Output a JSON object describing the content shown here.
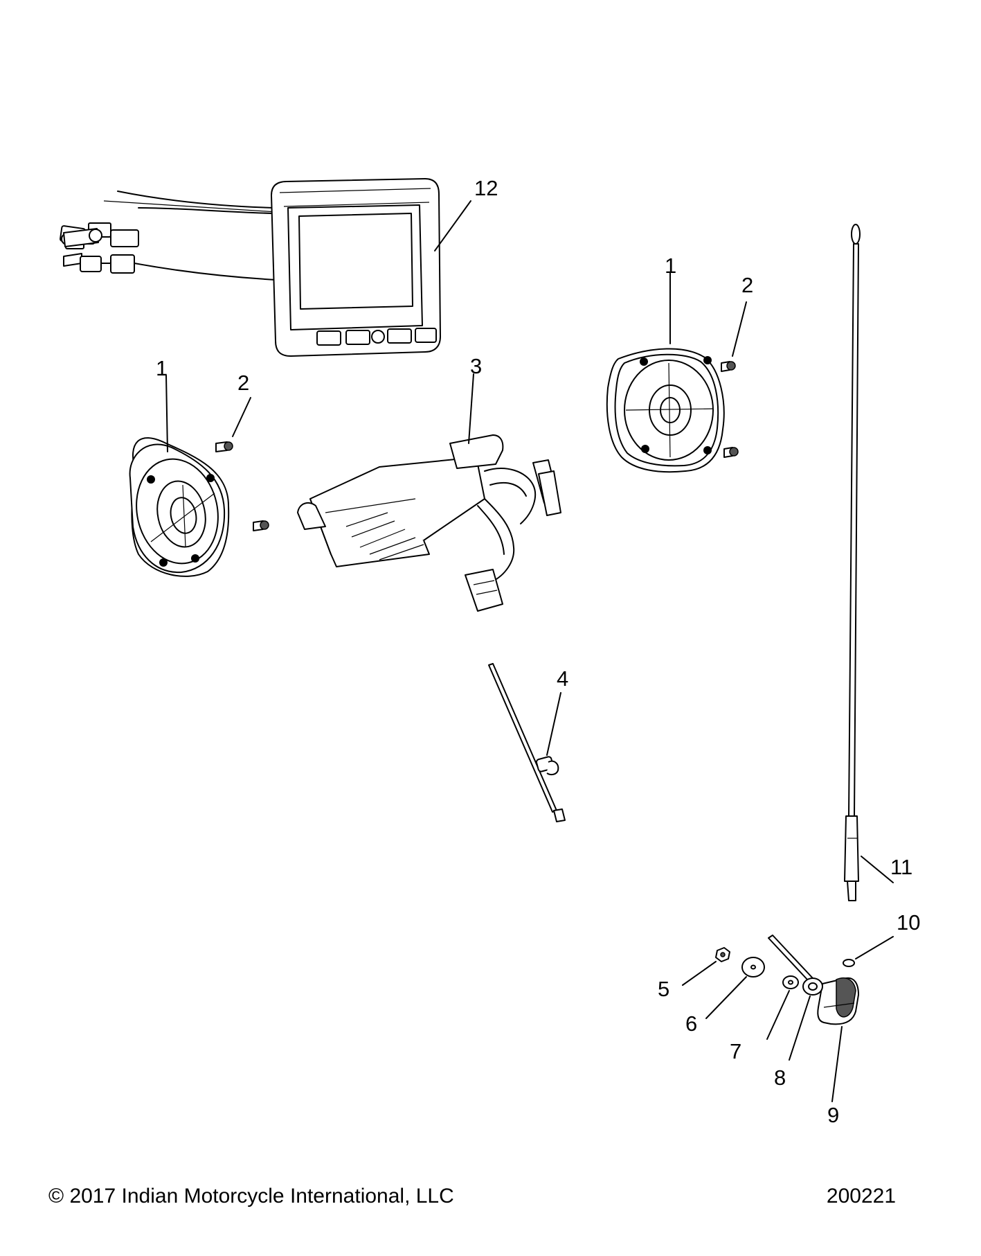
{
  "diagram": {
    "callouts": [
      {
        "id": "12",
        "text": "12"
      },
      {
        "id": "1-right",
        "text": "1"
      },
      {
        "id": "2-right",
        "text": "2"
      },
      {
        "id": "1-left",
        "text": "1"
      },
      {
        "id": "2-left",
        "text": "2"
      },
      {
        "id": "3",
        "text": "3"
      },
      {
        "id": "4",
        "text": "4"
      },
      {
        "id": "11",
        "text": "11"
      },
      {
        "id": "10",
        "text": "10"
      },
      {
        "id": "5",
        "text": "5"
      },
      {
        "id": "6",
        "text": "6"
      },
      {
        "id": "7",
        "text": "7"
      },
      {
        "id": "8",
        "text": "8"
      },
      {
        "id": "9",
        "text": "9"
      }
    ]
  },
  "footer": {
    "copyright": "© 2017 Indian Motorcycle International, LLC",
    "drawing_number": "200221"
  }
}
